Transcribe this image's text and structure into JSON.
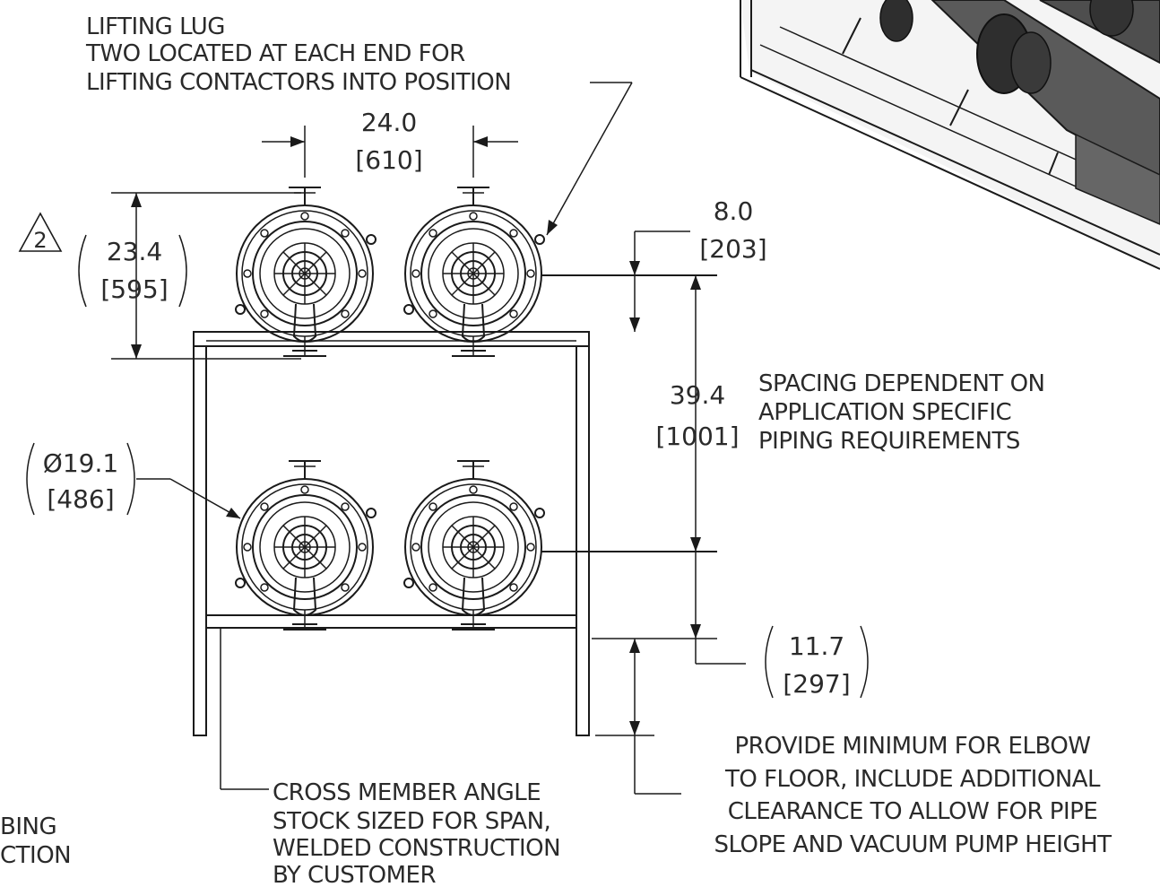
{
  "notes": {
    "lifting_lug": [
      "LIFTING LUG",
      "TWO LOCATED AT EACH END FOR",
      "LIFTING CONTACTORS INTO POSITION"
    ],
    "spacing": [
      "SPACING DEPENDENT ON",
      "APPLICATION SPECIFIC",
      "PIPING REQUIREMENTS"
    ],
    "cross_member": [
      "CROSS MEMBER ANGLE",
      "STOCK SIZED FOR SPAN,",
      "WELDED CONSTRUCTION",
      "BY CUSTOMER"
    ],
    "elbow": [
      "PROVIDE MINIMUM FOR ELBOW",
      "TO FLOOR, INCLUDE ADDITIONAL",
      "CLEARANCE TO ALLOW FOR PIPE",
      "SLOPE AND VACUUM PUMP HEIGHT"
    ],
    "cut_left": [
      "BING",
      "CTION"
    ]
  },
  "dimensions": {
    "width": {
      "in": "24.0",
      "mm": "[610]"
    },
    "height": {
      "in": "23.4",
      "mm": "[595]"
    },
    "lug_offset": {
      "in": "8.0",
      "mm": "[203]"
    },
    "spacing": {
      "in": "39.4",
      "mm": "[1001]"
    },
    "diameter": {
      "in": "Ø19.1",
      "mm": "[486]"
    },
    "floor": {
      "in": "11.7",
      "mm": "[297]"
    }
  },
  "revision": {
    "number": "2"
  },
  "colors": {
    "line": "#1a1a1a",
    "text": "#2a2a2a",
    "render_gray": "#555555"
  }
}
